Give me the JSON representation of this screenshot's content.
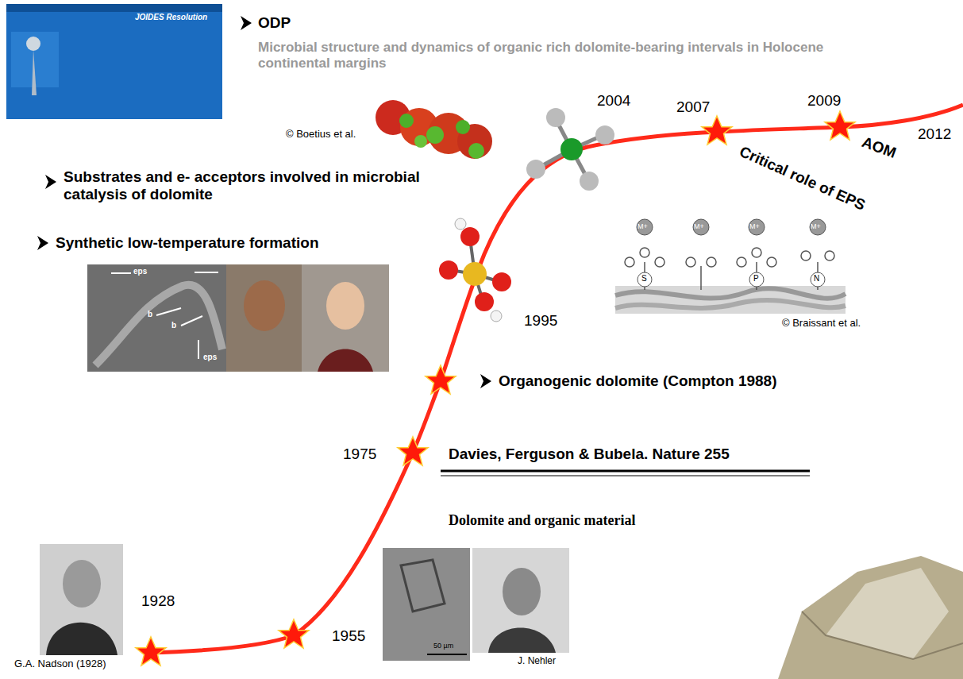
{
  "diagram": {
    "labels": [
      "ODP",
      "Microbial structure and dynamics of organic rich dolomite-bearing intervals in Holocene continental margins",
      "© Boetius et al.",
      "2004",
      "2007",
      "2009",
      "2012",
      "AOM",
      "Critical role of EPS",
      "Substrates and e- acceptors involved in microbial catalysis of dolomite",
      "Synthetic low-temperature formation",
      "1995",
      "© Braissant et al.",
      "Organogenic dolomite (Compton 1988)",
      "1975",
      "Davies, Ferguson & Bubela. Nature 255",
      "Dolomite and organic material",
      "1928",
      "G.A. Nadson (1928)",
      "1955",
      "J. Nehler",
      "JOIDES Resolution",
      "eps",
      "b",
      "b",
      "eps",
      "50 µm",
      "M+",
      "M+",
      "M+",
      "M+",
      "S",
      "P",
      "N"
    ]
  }
}
